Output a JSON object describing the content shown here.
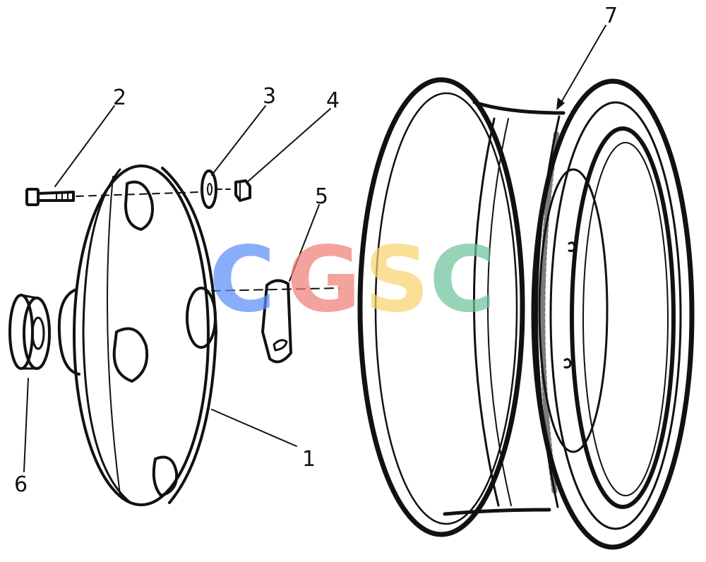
{
  "callouts": [
    {
      "id": "1",
      "text": "1"
    },
    {
      "id": "2",
      "text": "2"
    },
    {
      "id": "3",
      "text": "3"
    },
    {
      "id": "4",
      "text": "4"
    },
    {
      "id": "5",
      "text": "5"
    },
    {
      "id": "6",
      "text": "6"
    },
    {
      "id": "7",
      "text": "7"
    }
  ],
  "watermark": {
    "letters": [
      {
        "text": "C",
        "color": "#5b8ff9"
      },
      {
        "text": "G",
        "color": "#f07f77"
      },
      {
        "text": "S",
        "color": "#f9d56e"
      },
      {
        "text": "C",
        "color": "#6ec39c"
      }
    ]
  },
  "colors": {
    "ink": "#111111",
    "background": "#ffffff"
  }
}
